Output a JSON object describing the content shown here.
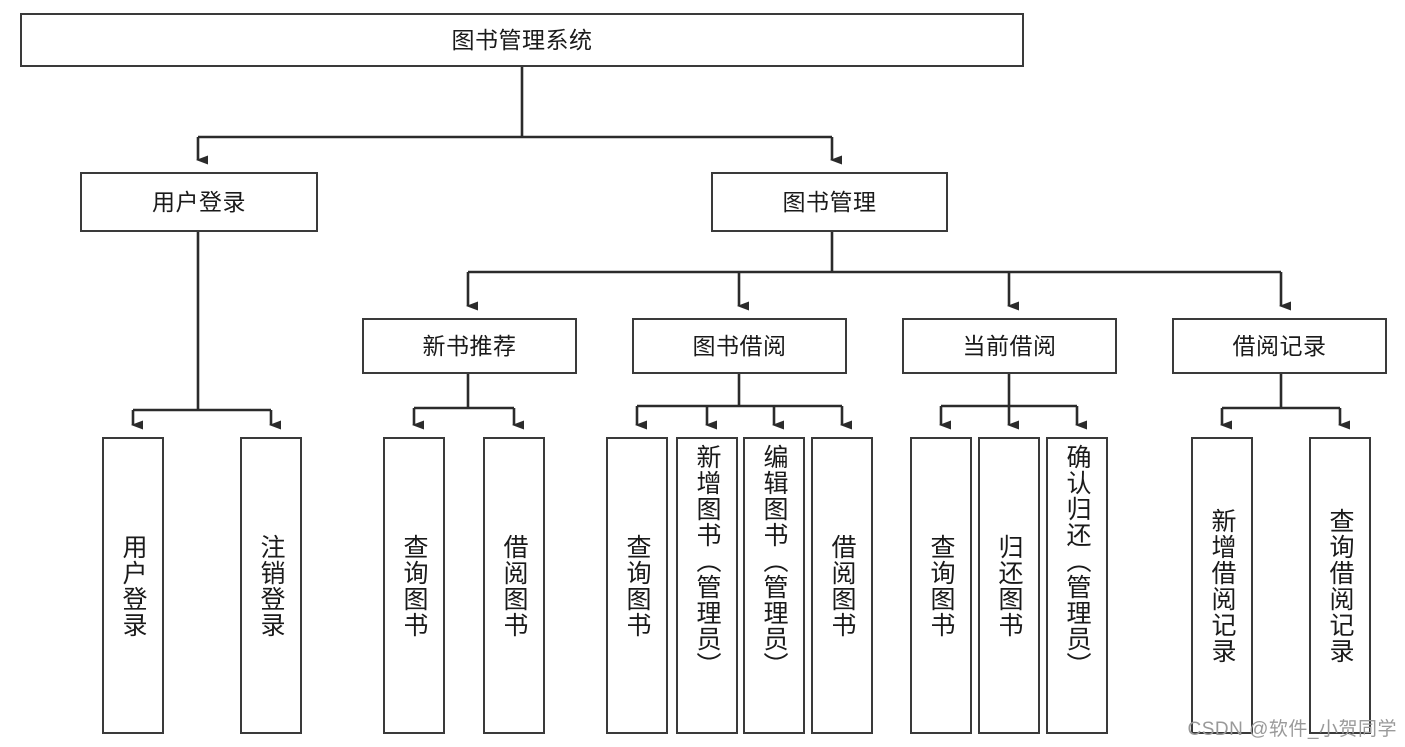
{
  "diagram": {
    "title": "图书管理系统",
    "type": "tree-hierarchy",
    "root": {
      "label": "图书管理系统"
    },
    "level2": [
      {
        "label": "用户登录"
      },
      {
        "label": "图书管理"
      }
    ],
    "level3": [
      {
        "label": "新书推荐"
      },
      {
        "label": "图书借阅"
      },
      {
        "label": "当前借阅"
      },
      {
        "label": "借阅记录"
      }
    ],
    "leaves": {
      "user_login": [
        {
          "label": "用户登录"
        },
        {
          "label": "注销登录"
        }
      ],
      "new_book_recommend": [
        {
          "label": "查询图书"
        },
        {
          "label": "借阅图书"
        }
      ],
      "book_borrow": [
        {
          "label": "查询图书"
        },
        {
          "label": "新增图书（管理员）"
        },
        {
          "label": "编辑图书（管理员）"
        },
        {
          "label": "借阅图书"
        }
      ],
      "current_borrow": [
        {
          "label": "查询图书"
        },
        {
          "label": "归还图书"
        },
        {
          "label": "确认归还（管理员）"
        }
      ],
      "borrow_record": [
        {
          "label": "新增借阅记录"
        },
        {
          "label": "查询借阅记录"
        }
      ]
    }
  },
  "watermark": {
    "text": "CSDN @软件_小贺同学"
  },
  "colors": {
    "border": "#3a3a3a",
    "text": "#1a1a1a",
    "background": "#ffffff",
    "watermark": "#9a9a9a"
  }
}
